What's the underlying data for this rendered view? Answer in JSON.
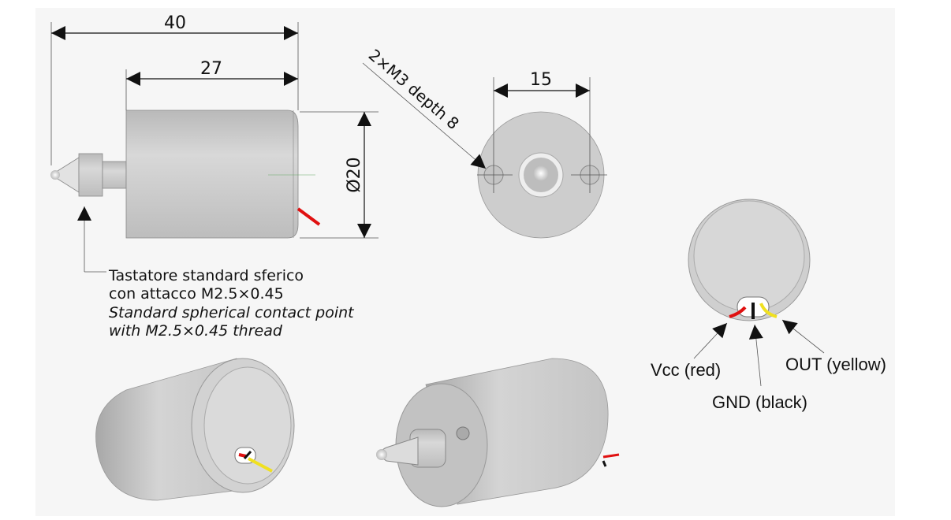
{
  "dimensions": {
    "overall_length": "40",
    "body_length": "27",
    "diameter": "Ø20",
    "hole_spacing": "15",
    "holes_callout": "2×M3 depth 8"
  },
  "probe_note": {
    "line1": "Tastatore standard sferico",
    "line2": "con attacco M2.5×0.45",
    "line3": "Standard spherical contact point",
    "line4": "with M2.5×0.45 thread"
  },
  "wires": {
    "vcc": "Vcc (red)",
    "gnd": "GND (black)",
    "out": "OUT (yellow)"
  },
  "colors": {
    "body": "#cfcfcf",
    "background": "#f6f6f6",
    "red_wire": "#e01010",
    "yellow_wire": "#f0e020",
    "black_wire": "#111111"
  }
}
